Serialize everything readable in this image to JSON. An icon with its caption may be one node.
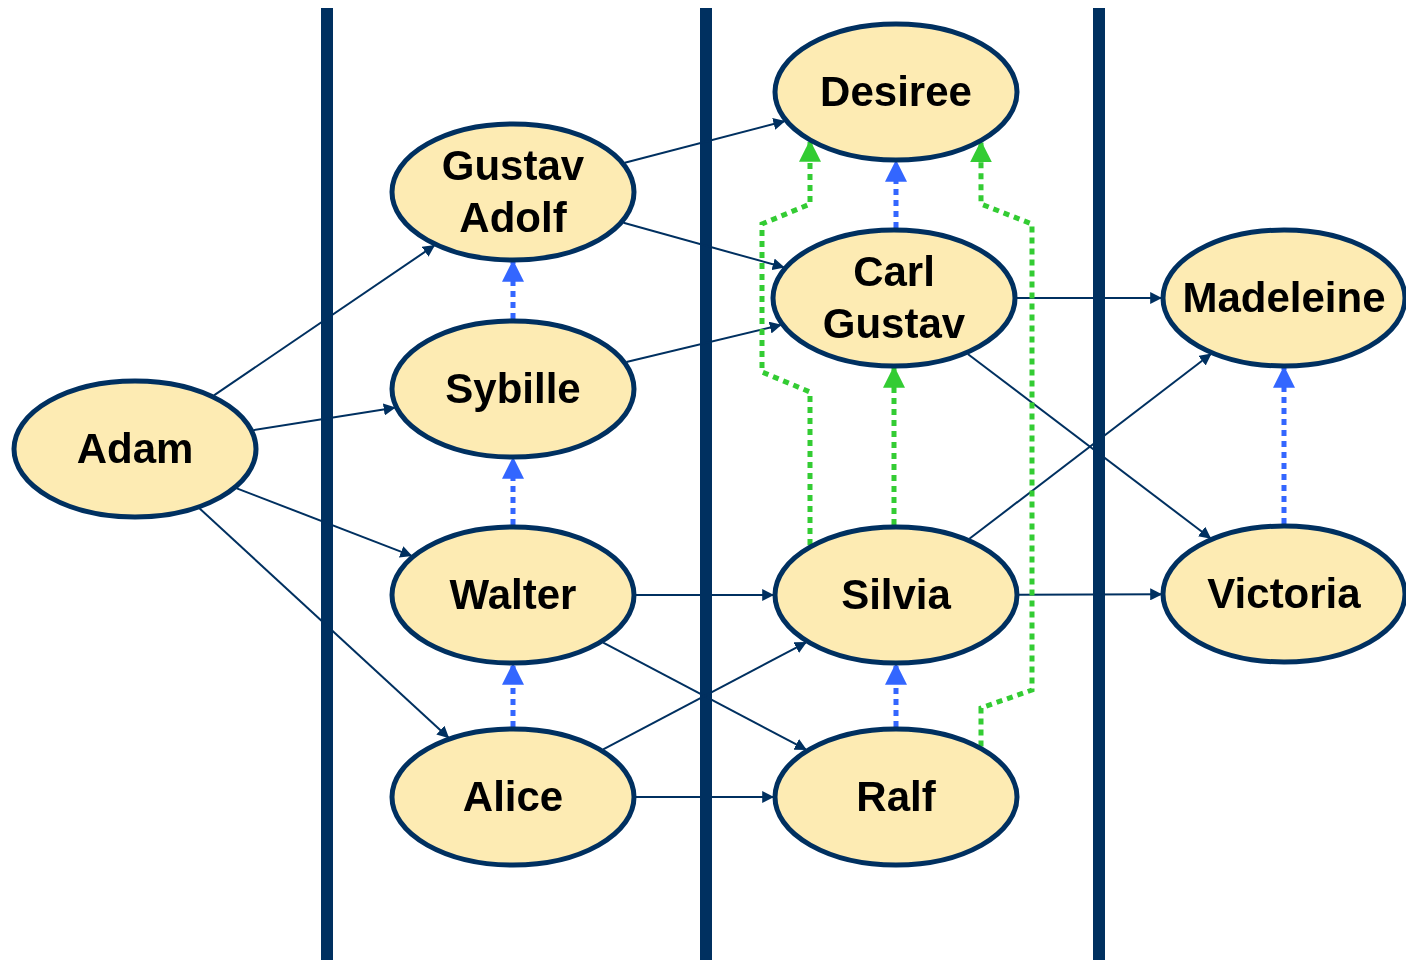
{
  "diagram": {
    "nodes": [
      {
        "text": [
          "Adam"
        ]
      },
      {
        "text": [
          "Gustav Adolf"
        ]
      },
      {
        "text": [
          "Sybille"
        ]
      },
      {
        "text": [
          "Walter"
        ]
      },
      {
        "text": [
          "Alice"
        ]
      },
      {
        "text": [
          "Desiree"
        ]
      },
      {
        "text": [
          "Carl Gustav"
        ]
      },
      {
        "text": [
          "Silvia"
        ]
      },
      {
        "text": [
          "Ralf"
        ]
      },
      {
        "text": [
          "Madeleine"
        ]
      },
      {
        "text": [
          "Victoria"
        ]
      }
    ],
    "edges": [
      {
        "from": 0,
        "to": 1,
        "arrow": "to"
      },
      {
        "from": 0,
        "to": 2,
        "arrow": "to"
      },
      {
        "from": 0,
        "to": 3,
        "arrow": "to"
      },
      {
        "from": 0,
        "to": 4,
        "arrow": "to"
      },
      {
        "from": 1,
        "to": 5,
        "arrow": "to"
      },
      {
        "from": 1,
        "to": 6,
        "arrow": "to"
      },
      {
        "from": 2,
        "to": 6,
        "arrow": "to"
      },
      {
        "from": 3,
        "to": 7,
        "arrow": "to"
      },
      {
        "from": 3,
        "to": 8,
        "arrow": "to"
      },
      {
        "from": 4,
        "to": 7,
        "arrow": "to"
      },
      {
        "from": 4,
        "to": 8,
        "arrow": "to"
      },
      {
        "from": 6,
        "to": 9,
        "arrow": "to"
      },
      {
        "from": 6,
        "to": 10,
        "arrow": "to"
      },
      {
        "from": 7,
        "to": 9,
        "arrow": "to"
      },
      {
        "from": 7,
        "to": 10,
        "arrow": "to"
      },
      {
        "from": 2,
        "to": 1,
        "arrow": "to",
        "style": "dashed",
        "color": "#3366ff"
      },
      {
        "from": 3,
        "to": 2,
        "arrow": "to",
        "style": "dashed",
        "color": "#3366ff"
      },
      {
        "from": 4,
        "to": 3,
        "arrow": "to",
        "style": "dashed",
        "color": "#3366ff"
      },
      {
        "from": 6,
        "to": 5,
        "arrow": "to",
        "style": "dashed",
        "color": "#3366ff"
      },
      {
        "from": 8,
        "to": 7,
        "arrow": "to",
        "style": "dashed",
        "color": "#3366ff"
      },
      {
        "from": 10,
        "to": 9,
        "arrow": "to",
        "style": "dashed",
        "color": "#3366ff"
      },
      {
        "from": 7,
        "to": 5,
        "arrow": "to",
        "style": "dashed",
        "color": "#33cc33"
      },
      {
        "from": 7,
        "to": 6,
        "arrow": "to",
        "style": "dashed",
        "color": "#33cc33"
      },
      {
        "from": 8,
        "to": 5,
        "arrow": "to",
        "style": "dashed",
        "color": "#33cc33"
      }
    ]
  }
}
